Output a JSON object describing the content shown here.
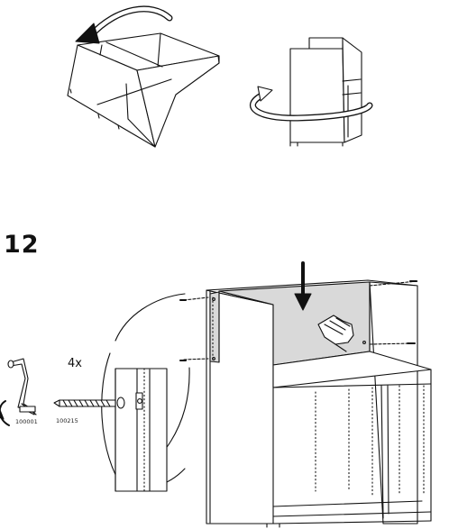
{
  "step": {
    "number": "12"
  },
  "detail": {
    "quantity": "4x"
  },
  "parts": [
    {
      "id": "100001"
    },
    {
      "id": "100215"
    }
  ],
  "colors": {
    "ink": "#111111",
    "panel_fill": "#d9d9d9",
    "paper": "#ffffff"
  },
  "icons": [
    "rotate-tip-arrow-icon",
    "rotate-around-arrow-icon",
    "down-arrow-icon",
    "hand-push-icon",
    "allen-key-icon",
    "turn-direction-icon",
    "cam-bolt-icon"
  ]
}
